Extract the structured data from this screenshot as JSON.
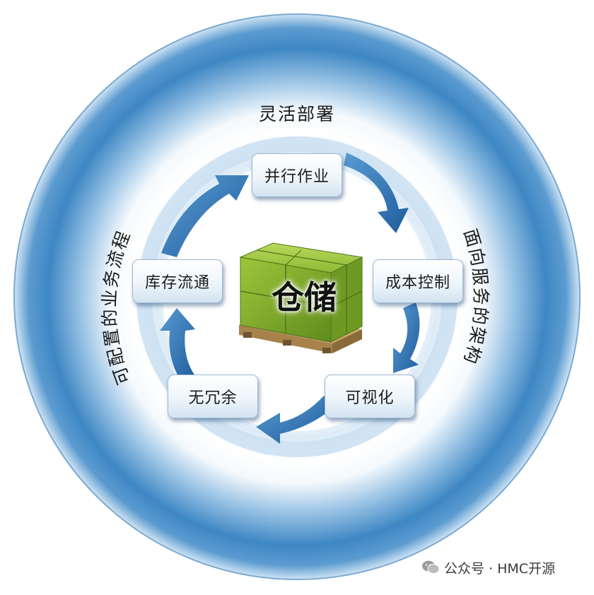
{
  "center": {
    "label": "仓储"
  },
  "outer_ring": {
    "top": "灵活部署",
    "right": "面向服务的架构",
    "left": "可配置的业务流程"
  },
  "steps": [
    {
      "id": "parallel",
      "label": "并行作业"
    },
    {
      "id": "cost",
      "label": "成本控制"
    },
    {
      "id": "visual",
      "label": "可视化"
    },
    {
      "id": "noredundancy",
      "label": "无冗余"
    },
    {
      "id": "inventory",
      "label": "库存流通"
    }
  ],
  "watermark": {
    "text": "公众号 · HMC开源"
  },
  "colors": {
    "ring_dark": "#2f79b8",
    "ring_light": "#e9f3fb",
    "arrow": "#2e6fb0",
    "box_green": "#8dbb2c"
  }
}
